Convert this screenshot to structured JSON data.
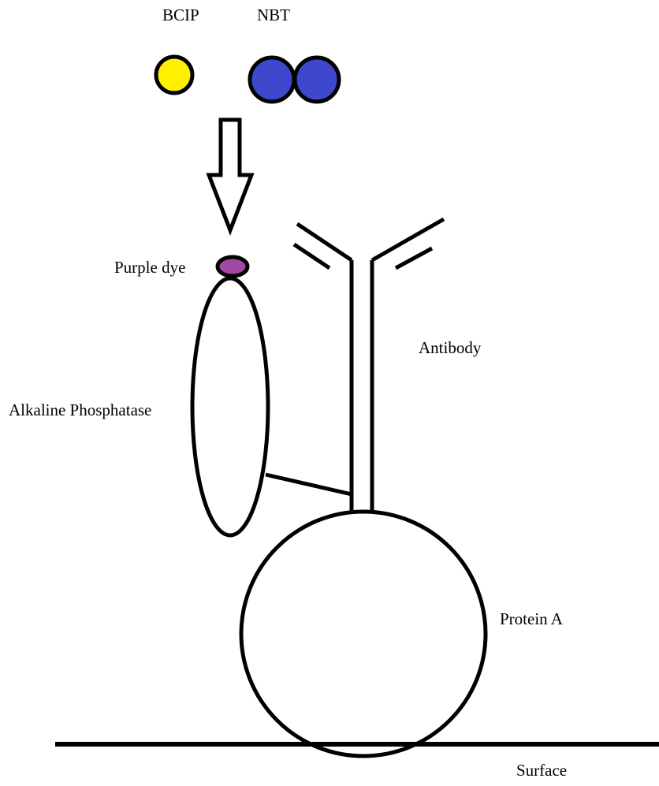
{
  "labels": {
    "bcip": "BCIP",
    "nbt": "NBT",
    "purple_dye": "Purple dye",
    "antibody": "Antibody",
    "alkaline_phosphatase": "Alkaline Phosphatase",
    "protein_a": "Protein A",
    "surface": "Surface"
  },
  "colors": {
    "bcip": "#FFF000",
    "nbt": "#3F48CC",
    "purple_dye": "#A349A4",
    "stroke": "#000000",
    "background": "#FFFFFF"
  }
}
